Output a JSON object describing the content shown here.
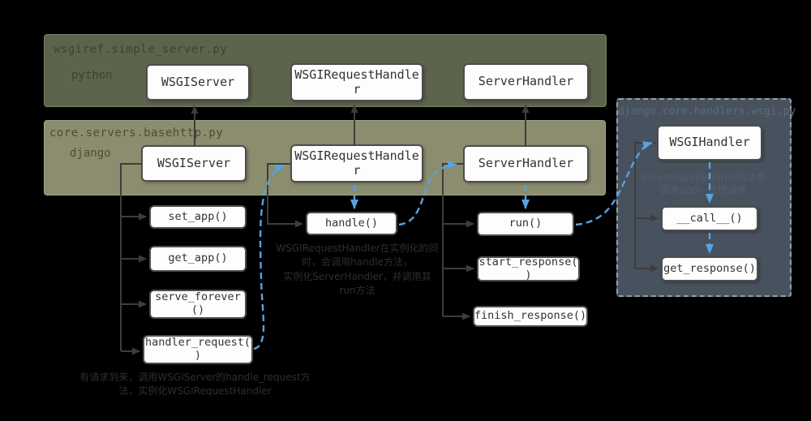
{
  "colors": {
    "background": "#000000",
    "python_band_bg": "#5c644e",
    "django_band_bg": "#8c8d6e",
    "wsgi_module_bg": "#47525e",
    "node_bg": "#fdfdfd",
    "node_border": "#4d4d4d",
    "connector_dark": "#3d3d3d",
    "arrow_blue": "#54a3e4"
  },
  "bands": {
    "python": {
      "file_label": "wsgiref.simple_server.py",
      "runtime_label": "python"
    },
    "django": {
      "file_label": "core.servers.basehttp.py",
      "runtime_label": "django"
    }
  },
  "wsgi_module": {
    "file_label": "django.core.handlers.wsgi.py",
    "note": [
      "ServerHandler的run方法会",
      "调用app，处理请求"
    ]
  },
  "nodes": {
    "py_wsgi_server": "WSGIServer",
    "py_wsgi_request_handler": [
      "WSGIRequestHandle",
      "r"
    ],
    "py_server_handler": "ServerHandler",
    "dj_wsgi_server": "WSGIServer",
    "dj_wsgi_request_handler": [
      "WSGIRequestHandle",
      "r"
    ],
    "dj_server_handler": "ServerHandler",
    "set_app": "set_app()",
    "get_app": "get_app()",
    "serve_forever": [
      "serve_forever",
      "()"
    ],
    "handler_request": [
      "handler_request(",
      ")"
    ],
    "handle": "handle()",
    "run": "run()",
    "start_response": [
      "start_response(",
      ")"
    ],
    "finish_response": "finish_response()",
    "wsgi_handler": "WSGIHandler",
    "call": "__call__()",
    "get_response": "get_response()"
  },
  "annotations": {
    "handle_note": [
      "WSGIRequestHandler在实例化的同",
      "时，会调用handle方法，",
      "实例化ServerHandler，并调用其",
      "run方法"
    ],
    "request_note": [
      "有请求到来，调用WSGIServer的handle_request方",
      "法，实例化WSGIRequestHandler"
    ]
  }
}
